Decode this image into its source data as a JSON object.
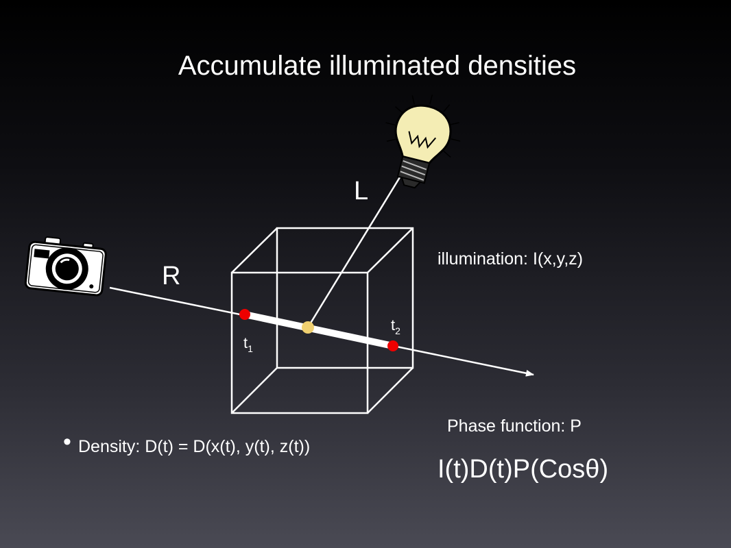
{
  "title": "Accumulate illuminated densities",
  "diagram": {
    "light_label": "L",
    "ray_label": "R",
    "t1_label": "t",
    "t1_sub": "1",
    "t2_label": "t",
    "t2_sub": "2",
    "illumination_label": "illumination: I(x,y,z)",
    "phase_label": "Phase function: P",
    "density_bullet": "Density: D(t) = D(x(t), y(t), z(t))",
    "formula": "I(t)D(t)P(Cosθ)",
    "icons": [
      "camera-icon",
      "light-bulb-icon"
    ],
    "colors": {
      "sample_point": "#ee0000",
      "light_hit_point": "#f0d070",
      "bulb_glass": "#f4edb4",
      "lines": "#ffffff"
    }
  }
}
